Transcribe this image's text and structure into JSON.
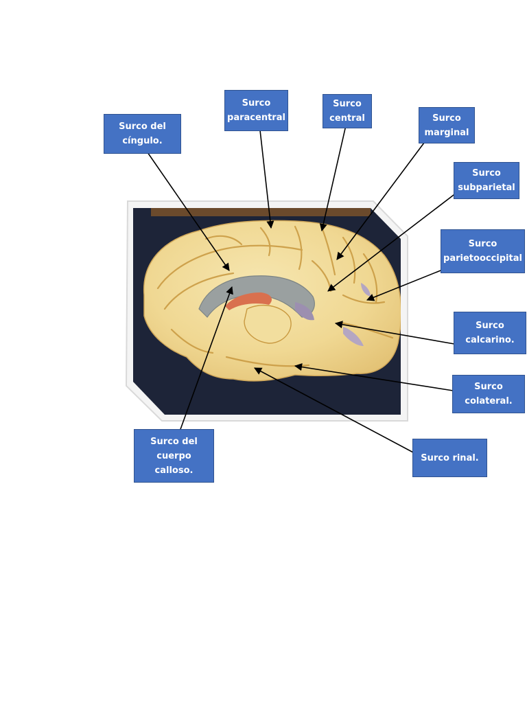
{
  "labels": {
    "cingulo": "Surco del\ncíngulo.",
    "paracentral": "Surco\nparacentral",
    "central": "Surco\ncentral",
    "marginal": "Surco\nmarginal",
    "subparietal": "Surco\nsubparietal",
    "parietooccipital": "Surco\nparietooccipital",
    "calcarino": "Surco\ncalcarino.",
    "colateral": "Surco\ncolateral.",
    "rinal": "Surco rinal.",
    "cuerpo_calloso": "Surco del\ncuerpo calloso."
  },
  "colors": {
    "label_fill": "#4472c4",
    "label_border": "#2f528f",
    "photo_background": "#1d2438",
    "brain": "#f1dc9c",
    "arrow": "#000000"
  },
  "icons": {
    "photo": "brain-model-medial-view"
  }
}
